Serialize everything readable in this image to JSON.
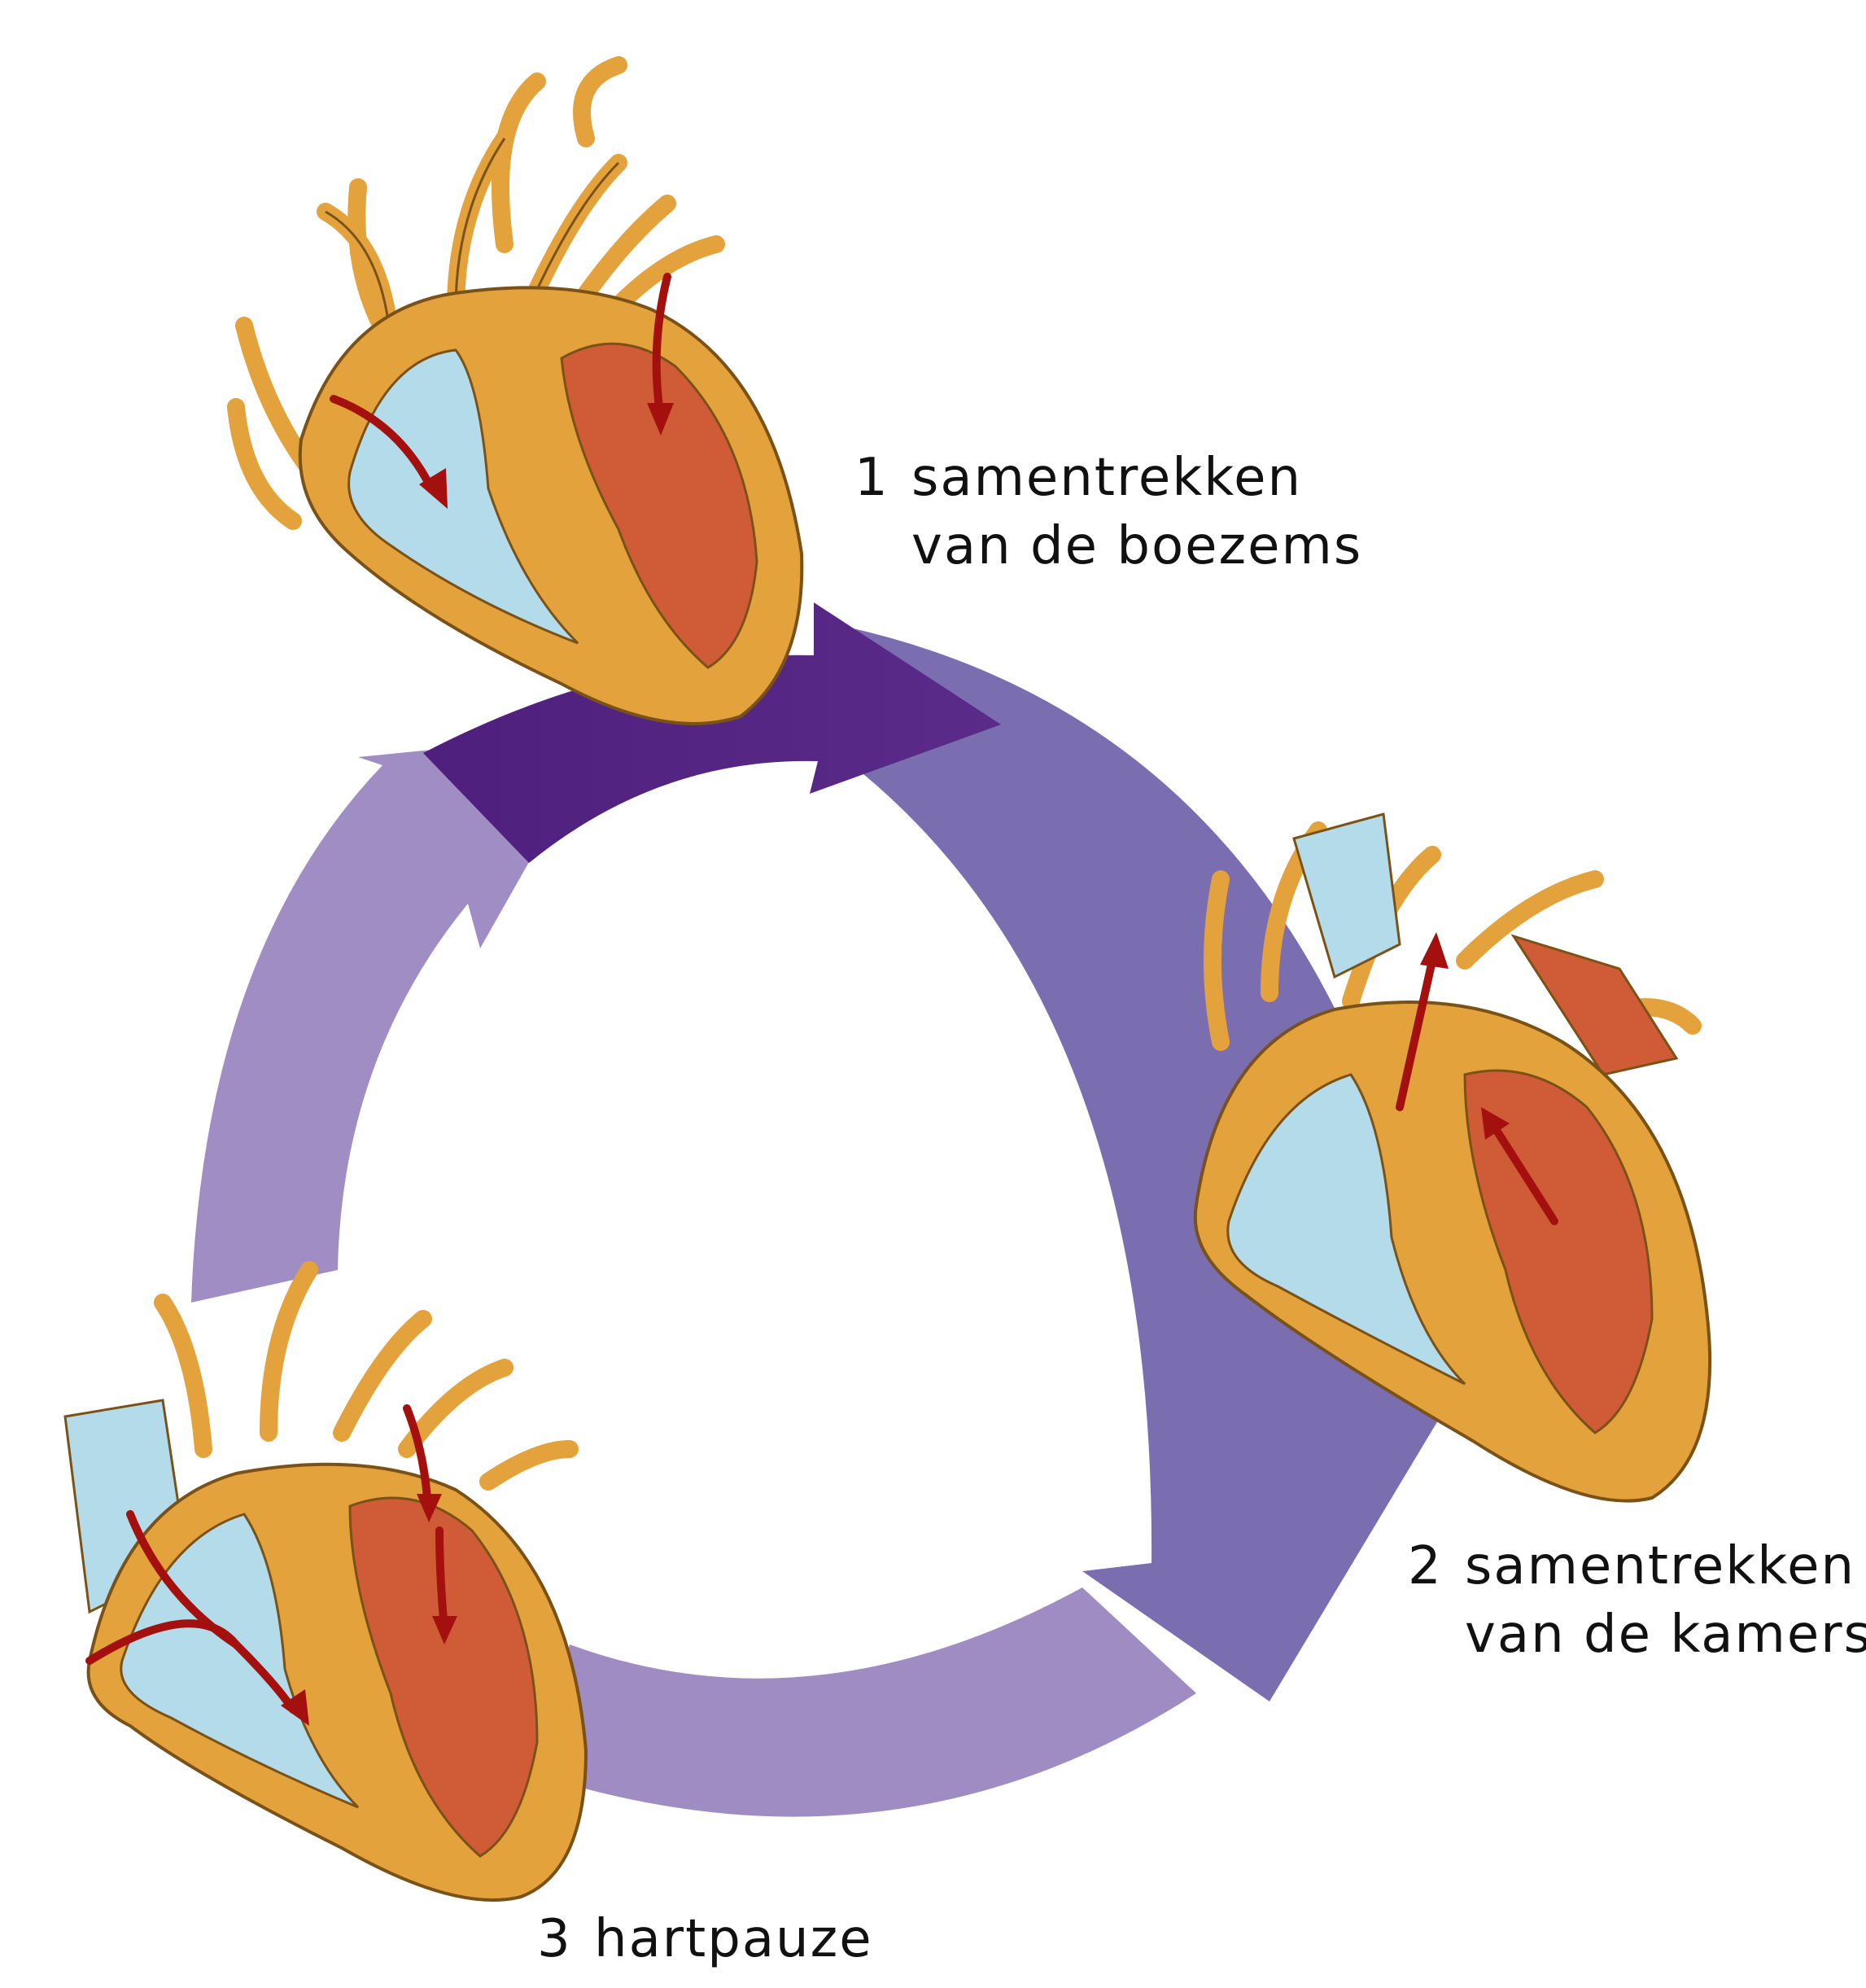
{
  "colors": {
    "heart_wall": "#e3a23b",
    "heart_outline": "#7a5218",
    "deoxygenated_blood": "#b3dbea",
    "oxygenated_blood": "#cf5c36",
    "flow_arrow": "#a3100e",
    "cycle_arrow_top": "#572784",
    "cycle_arrow_right": "#7a6db0",
    "cycle_arrow_bottom": "#9f8cc3",
    "cycle_arrow_left": "#a08dc4",
    "text": "#111111"
  },
  "stages": [
    {
      "number": "1",
      "line1": "samentrekken",
      "line2": "van de boezems",
      "icon": "heart-atria-contracting-icon"
    },
    {
      "number": "2",
      "line1": "samentrekken",
      "line2": "van de kamers",
      "icon": "heart-ventricles-contracting-icon"
    },
    {
      "number": "3",
      "line1": "hartpauze",
      "line2": "",
      "icon": "heart-pause-icon"
    }
  ]
}
